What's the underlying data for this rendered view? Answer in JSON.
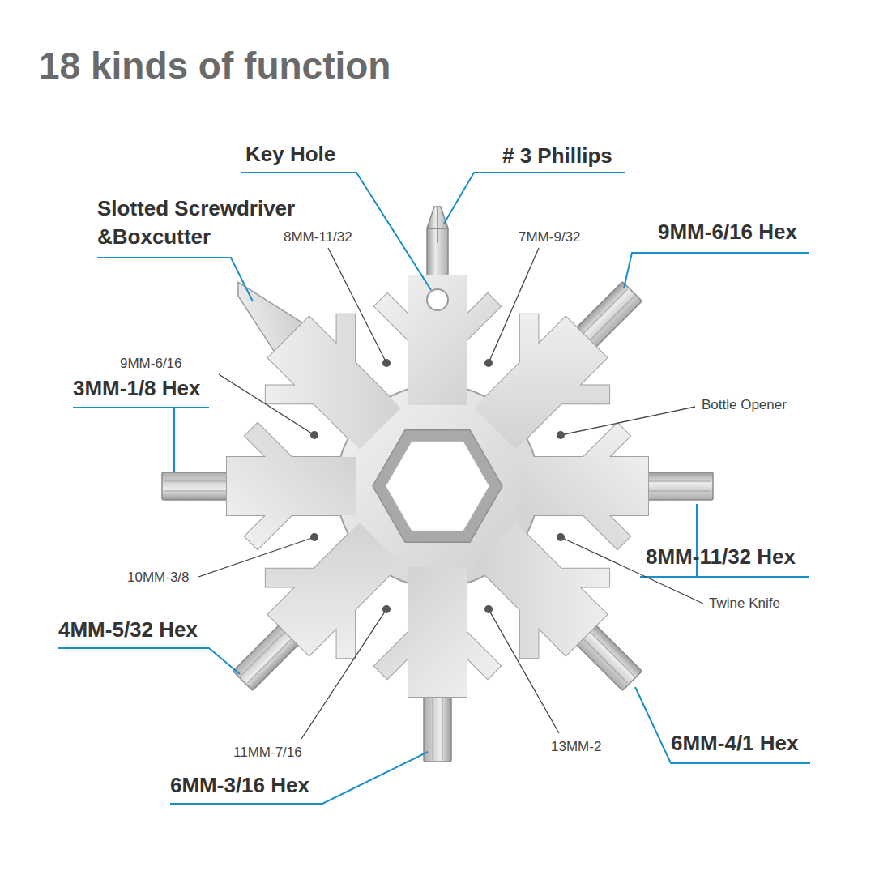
{
  "diagram": {
    "title": "18 kinds of function",
    "labels": [
      "Key Hole",
      "# 3 Phillips",
      "Slotted Screwdriver &Boxcutter",
      "8MM-11/32",
      "7MM-9/32",
      "9MM-6/16 Hex",
      "9MM-6/16",
      "3MM-1/8 Hex",
      "Bottle Opener",
      "8MM-11/32 Hex",
      "Twine Knife",
      "10MM-3/8",
      "4MM-5/32 Hex",
      "11MM-7/16",
      "13MM-2",
      "6MM-4/1 Hex",
      "6MM-3/16 Hex"
    ]
  }
}
